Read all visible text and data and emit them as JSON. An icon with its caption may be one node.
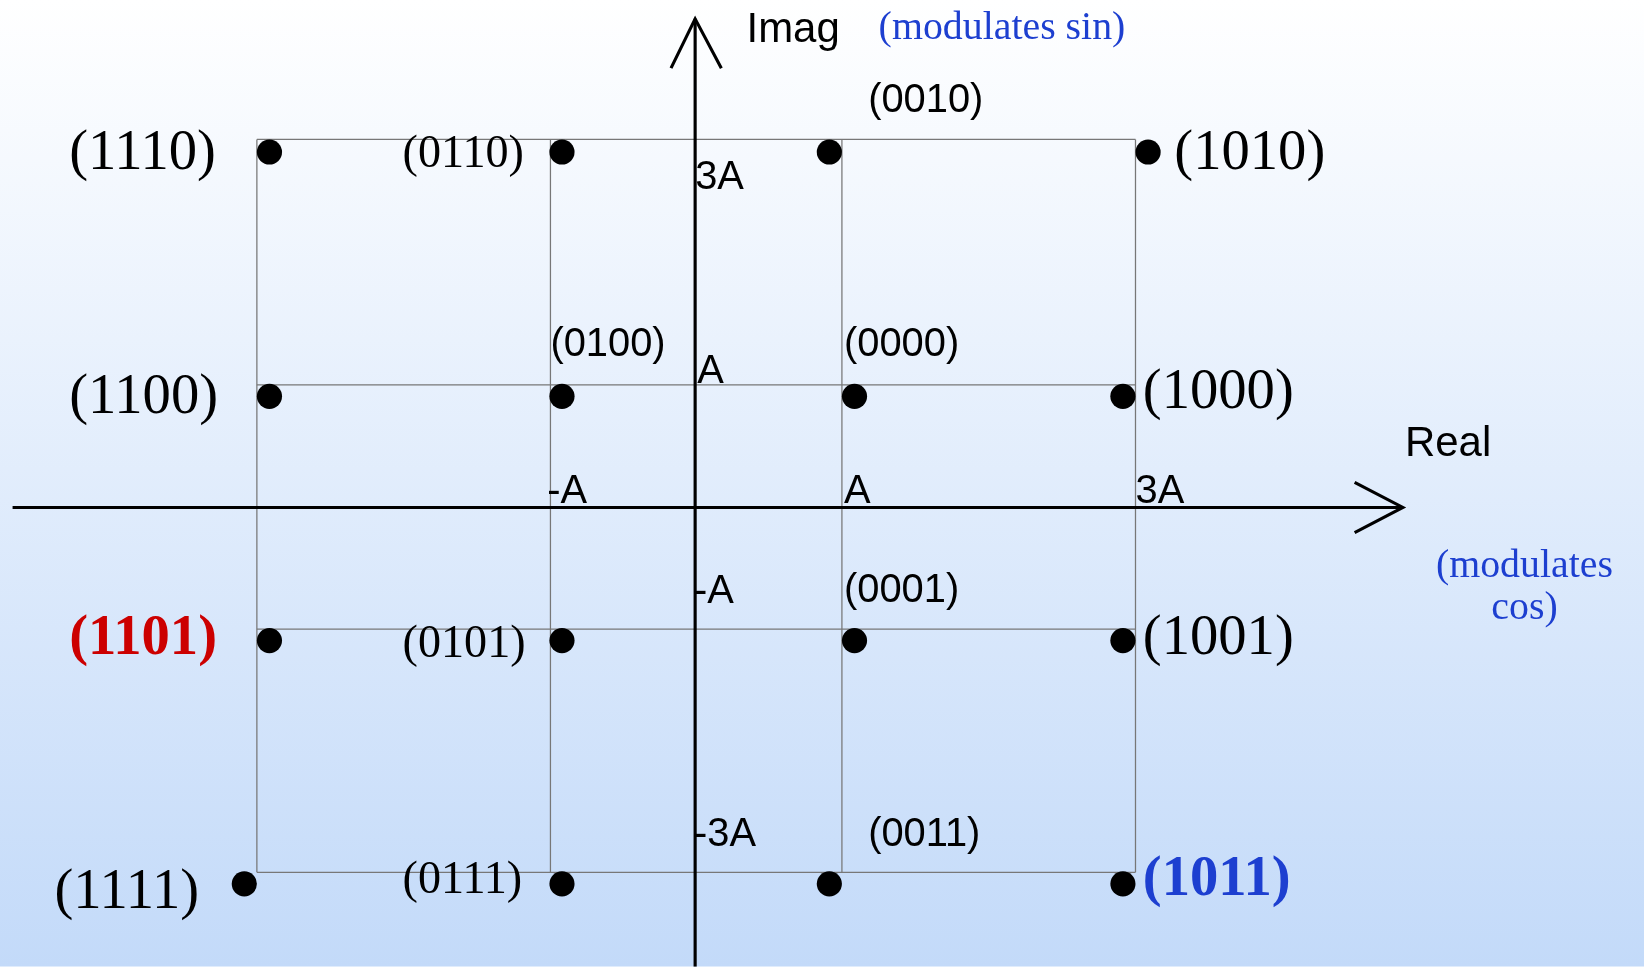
{
  "diagram": {
    "labels": [
      "Imag",
      "(modulates sin)",
      "(0010)",
      "(1110)",
      "(0110)",
      "(1010)",
      "3A",
      "(0100)",
      "A",
      "(0000)",
      "(1100)",
      "(1000)",
      "Real",
      "-A",
      "A",
      "3A",
      "(modulates cos)",
      "-A",
      "(0001)",
      "(1101)",
      "(0101)",
      "(1001)",
      "-3A",
      "(0011)",
      "(1111)",
      "(0111)",
      "(1011)"
    ]
  }
}
